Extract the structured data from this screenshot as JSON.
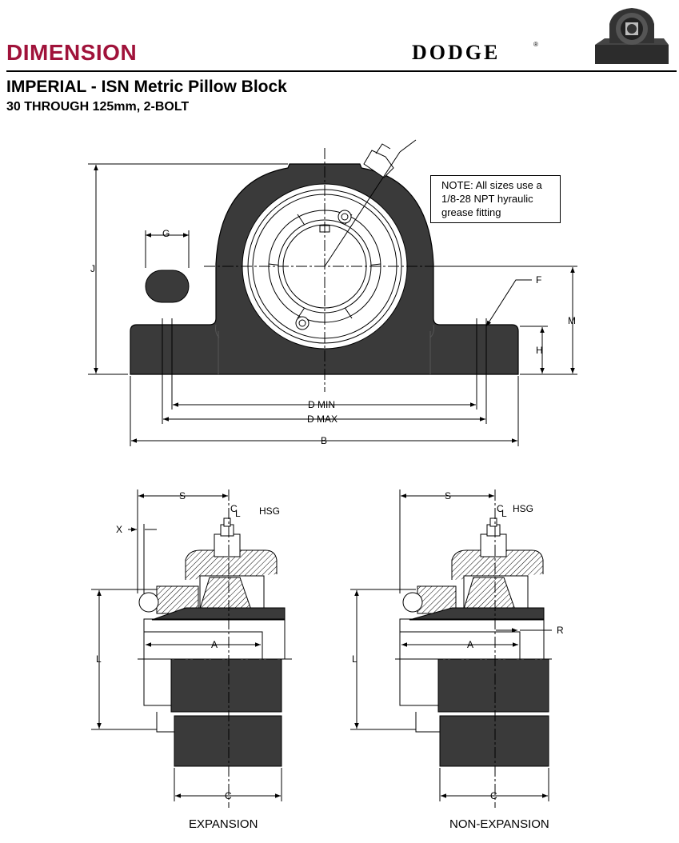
{
  "header": {
    "title": "DIMENSION",
    "brand": "DODGE",
    "brand_mark": "®",
    "subtitle": "IMPERIAL - ISN Metric Pillow Block",
    "range": "30 THROUGH 125mm, 2-BOLT"
  },
  "note": {
    "lines": [
      "NOTE: All sizes use a",
      "1/8-28 NPT hyraulic",
      "grease fitting"
    ]
  },
  "front_view": {
    "labels": {
      "g": "G",
      "j": "J",
      "f": "F",
      "m": "M",
      "h": "H",
      "d_min": "D MIN",
      "d_max": "D MAX",
      "b": "B"
    }
  },
  "expansion_view": {
    "caption": "EXPANSION",
    "labels": {
      "s": "S",
      "cl": "C",
      "cl_sub": "L",
      "hsg": "HSG",
      "x": "X",
      "l": "L",
      "a": "A",
      "c": "C"
    }
  },
  "non_expansion_view": {
    "caption": "NON-EXPANSION",
    "labels": {
      "s": "S",
      "cl": "C",
      "cl_sub": "L",
      "hsg": "HSG",
      "r": "R",
      "l": "L",
      "a": "A",
      "c": "C"
    }
  },
  "colors": {
    "title": "#a0123a",
    "ink": "#000000",
    "body_fill": "#3a3a3a"
  }
}
